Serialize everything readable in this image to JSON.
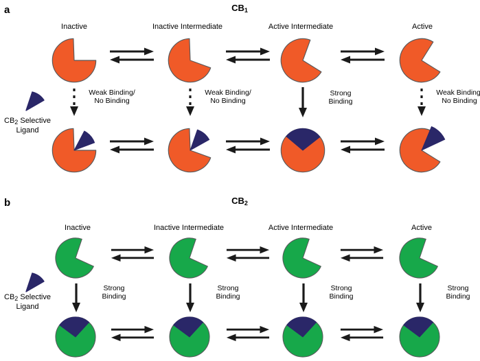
{
  "figure": {
    "type": "diagram",
    "description": "Two-panel schematic of cannabinoid receptor conformational states and CB2-selective ligand binding",
    "colors": {
      "receptor_cb1": "#F05A28",
      "receptor_cb2": "#17A84A",
      "ligand": "#2A2768",
      "outline": "#58595B",
      "arrow": "#1A1A1A",
      "background": "#FFFFFF"
    }
  },
  "panels": [
    {
      "letter": "a",
      "title_main": "CB",
      "title_sub": "1",
      "receptor_color": "#F05A28",
      "states": [
        {
          "label": "Inactive",
          "notch_deg": 92,
          "bound_fit": "poor"
        },
        {
          "label": "Inactive Intermediate",
          "notch_deg": 70,
          "bound_fit": "poor"
        },
        {
          "label": "Active Intermediate",
          "notch_deg": 48,
          "bound_fit": "exact"
        },
        {
          "label": "Active",
          "notch_deg": 34,
          "bound_fit": "over"
        }
      ],
      "binding_arrows": [
        {
          "line1": "Weak Binding/",
          "line2": "No Binding",
          "style": "dashed"
        },
        {
          "line1": "Weak Binding/",
          "line2": "No Binding",
          "style": "dashed"
        },
        {
          "line1": "Strong",
          "line2": "Binding",
          "style": "solid"
        },
        {
          "line1": "Weak Binding/",
          "line2": "No Binding",
          "style": "dashed"
        }
      ],
      "ligand_label": {
        "pre": "CB",
        "sub": "2",
        "post": " Selective",
        "line2": "Ligand"
      }
    },
    {
      "letter": "b",
      "title_main": "CB",
      "title_sub": "2",
      "receptor_color": "#17A84A",
      "states": [
        {
          "label": "Inactive",
          "notch_deg": 47,
          "bound_fit": "exact"
        },
        {
          "label": "Inactive Intermediate",
          "notch_deg": 47,
          "bound_fit": "exact"
        },
        {
          "label": "Active Intermediate",
          "notch_deg": 47,
          "bound_fit": "exact"
        },
        {
          "label": "Active",
          "notch_deg": 47,
          "bound_fit": "exact"
        }
      ],
      "binding_arrows": [
        {
          "line1": "Strong",
          "line2": "Binding",
          "style": "solid"
        },
        {
          "line1": "Strong",
          "line2": "Binding",
          "style": "solid"
        },
        {
          "line1": "Strong",
          "line2": "Binding",
          "style": "solid"
        },
        {
          "line1": "Strong",
          "line2": "Binding",
          "style": "solid"
        }
      ],
      "ligand_label": {
        "pre": "CB",
        "sub": "2",
        "post": " Selective",
        "line2": "Ligand"
      }
    }
  ],
  "icons": {
    "equilibrium": "equilibrium-arrows-icon",
    "down_solid": "down-arrow-icon",
    "down_dashed": "dashed-down-arrow-icon",
    "ligand": "ligand-wedge-icon"
  }
}
